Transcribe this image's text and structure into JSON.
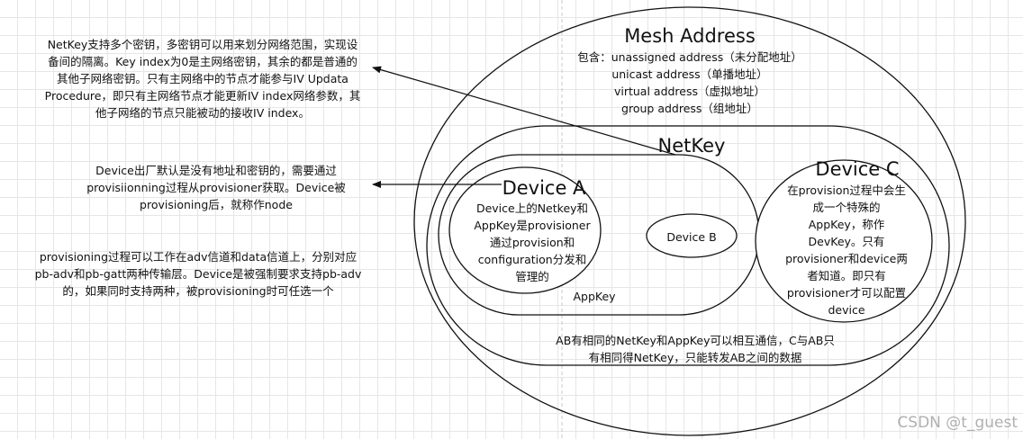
{
  "diagram": {
    "mesh_address": {
      "title": "Mesh Address",
      "details": "包含：unassigned address（未分配地址）\nunicast address（单播地址）\nvirtual address（虚拟地址）\ngroup address（组地址）"
    },
    "netkey": {
      "title": "NetKey"
    },
    "appkey": {
      "label": "AppKey"
    },
    "device_a": {
      "title": "Device A",
      "details": "Device上的Netkey和\nAppKey是provisioner\n通过provision和\nconfiguration分发和\n管理的"
    },
    "device_b": {
      "title": "Device B"
    },
    "device_c": {
      "title": "Device C",
      "details": "在provision过程中会生\n成一个特殊的\nAppKey，称作\nDevKey。只有\nprovisioner和device两\n者知道。即只有\nprovisioner才可以配置\ndevice"
    },
    "communication_note": "AB有相同的NetKey和AppKey可以相互通信，C与AB只\n有相同得NetKey，只能转发AB之间的数据",
    "netkey_note": "NetKey支持多个密钥，多密钥可以用来划分网络范围，实现设\n备间的隔离。Key index为0是主网络密钥，其余的都是普通的\n其他子网络密钥。只有主网络中的节点才能参与IV Updata\nProcedure，即只有主网络节点才能更新IV index网络参数，其\n他子网络的节点只能被动的接收IV index。",
    "device_note": "Device出厂默认是没有地址和密钥的，需要通过\nprovisiionning过程从provisioner获取。Device被\nprovisioning后，就称作node",
    "provisioning_note": "provisioning过程可以工作在adv信道和data信道上，分别对应\npb-adv和pb-gatt两种传输层。Device是被强制要求支持pb-adv\n的，如果同时支持两种，被provisioning时可任选一个"
  },
  "watermark": "CSDN @t_guest"
}
